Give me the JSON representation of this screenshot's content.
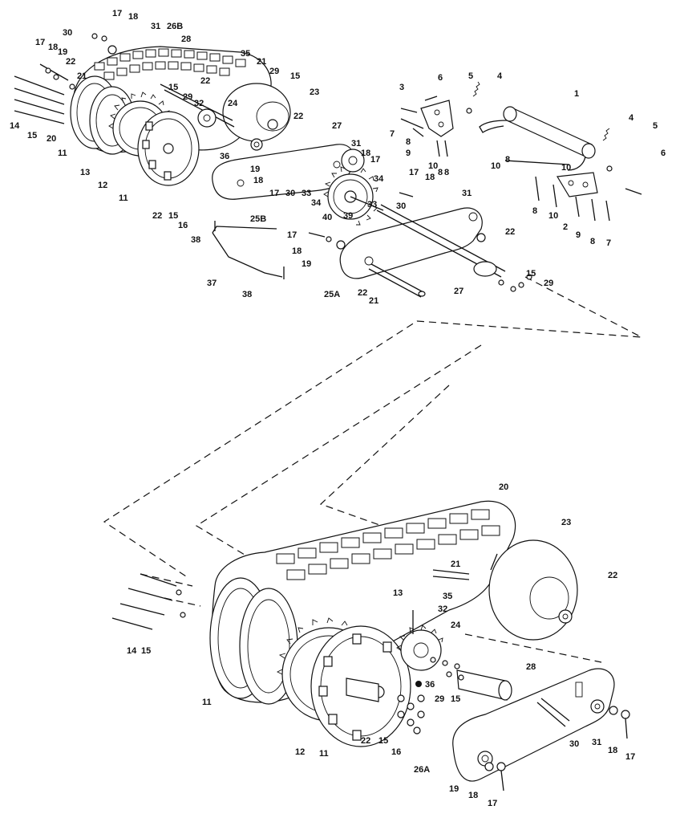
{
  "diagram": {
    "callouts_upper": [
      "17",
      "18",
      "30",
      "31",
      "26B",
      "28",
      "17",
      "18",
      "19",
      "22",
      "21",
      "35",
      "21",
      "29",
      "15",
      "23",
      "22",
      "15",
      "29",
      "32",
      "24",
      "22",
      "27",
      "20",
      "11",
      "13",
      "12",
      "11",
      "22",
      "15",
      "16",
      "36",
      "31",
      "18",
      "17",
      "19",
      "18",
      "17",
      "30",
      "25B",
      "33",
      "34",
      "34",
      "33",
      "39",
      "40",
      "17",
      "18",
      "30",
      "31",
      "38",
      "17",
      "18",
      "19",
      "37",
      "38",
      "25A",
      "22",
      "21",
      "27",
      "22",
      "15",
      "29",
      "14",
      "15",
      "1",
      "3",
      "6",
      "5",
      "4",
      "7",
      "8",
      "9",
      "10",
      "8",
      "10",
      "8",
      "4",
      "5",
      "6",
      "10",
      "8",
      "10",
      "9",
      "2",
      "8",
      "7",
      "8"
    ],
    "callouts_lower": [
      "20",
      "23",
      "22",
      "21",
      "13",
      "35",
      "32",
      "24",
      "14",
      "15",
      "11",
      "28",
      "36",
      "29",
      "15",
      "12",
      "11",
      "22",
      "15",
      "16",
      "30",
      "31",
      "18",
      "17",
      "26A",
      "19",
      "18",
      "17"
    ]
  }
}
